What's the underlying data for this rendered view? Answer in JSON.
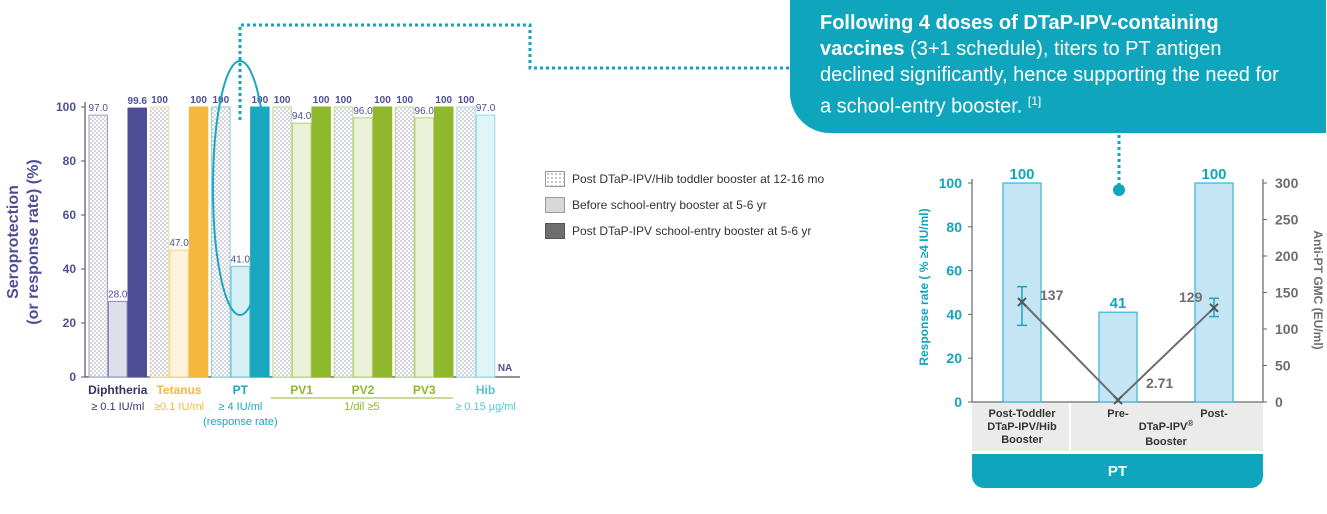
{
  "callout": {
    "bold_text": "Following 4 doses of DTaP-IPV-containing vaccines",
    "regular_text": " (3+1 schedule), titers to PT antigen declined significantly, hence supporting the need for a school-entry booster. ",
    "reference": "[1]"
  },
  "legend": [
    {
      "label": "Post DTaP-IPV/Hib toddler booster at 12-16 mo",
      "icon": "dotted-swatch"
    },
    {
      "label": "Before school-entry booster at 5-6 yr",
      "icon": "light-swatch"
    },
    {
      "label": "Post DTaP-IPV school-entry booster at 5-6 yr",
      "icon": "dark-swatch"
    }
  ],
  "colors": {
    "callout": "#0fa5bd",
    "Diphtheria": "#4e4e96",
    "Tetanus": "#f5b83d",
    "PT": "#1aa7c0",
    "PV": "#8fb82c",
    "Hib": "#58c4d4",
    "right_bar": "#c5e5f4",
    "right_bar_stroke": "#2fb8dc",
    "gmc_line": "#6d6d6d",
    "axis_teal": "#0fa5bd"
  },
  "chart_data": [
    {
      "type": "bar",
      "ylabel_line1": "Seroprotection",
      "ylabel_line2": "(or response rate) (%)",
      "ylim": [
        0,
        100
      ],
      "yticks": [
        0,
        20,
        40,
        60,
        80,
        100
      ],
      "grid": false,
      "legend_position": "right",
      "series": [
        {
          "name": "Post DTaP-IPV/Hib toddler booster at 12-16 mo"
        },
        {
          "name": "Before school-entry booster at 5-6 yr"
        },
        {
          "name": "Post DTaP-IPV school-entry booster at 5-6 yr"
        }
      ],
      "groups": [
        {
          "name": "Diphtheria",
          "threshold": "≥ 0.1 IU/ml",
          "color_key": "Diphtheria",
          "values": [
            97.0,
            28.0,
            99.6
          ],
          "labels": [
            "97.0",
            "28.0",
            "99.6"
          ]
        },
        {
          "name": "Tetanus",
          "threshold": "≥0.1 IU/ml",
          "color_key": "Tetanus",
          "values": [
            100,
            47.0,
            100
          ],
          "labels": [
            "100",
            "47.0",
            "100"
          ]
        },
        {
          "name": "PT",
          "threshold": "≥ 4 IU/ml",
          "note": "(response rate)",
          "color_key": "PT",
          "values": [
            100,
            41.0,
            100
          ],
          "labels": [
            "100",
            "41.0",
            "100"
          ]
        },
        {
          "name": "PV1",
          "threshold": "",
          "color_key": "PV",
          "values": [
            100,
            94.0,
            100
          ],
          "labels": [
            "100",
            "94.0",
            "100"
          ]
        },
        {
          "name": "PV2",
          "threshold": "",
          "color_key": "PV",
          "values": [
            100,
            96.0,
            100
          ],
          "labels": [
            "100",
            "96.0",
            "100"
          ]
        },
        {
          "name": "PV3",
          "threshold": "",
          "color_key": "PV",
          "values": [
            100,
            96.0,
            100
          ],
          "labels": [
            "100",
            "96.0",
            "100"
          ]
        },
        {
          "name": "Hib",
          "threshold": "≥ 0.15 µg/ml",
          "color_key": "Hib",
          "values": [
            100,
            97.0,
            null
          ],
          "labels": [
            "100",
            "97.0",
            "NA"
          ]
        }
      ],
      "pv_threshold": "1/dil ≥5"
    },
    {
      "type": "bar+line",
      "ylabel_left": "Response rate ( % ≥4 IU/ml)",
      "ylabel_right": "Anti-PT GMC (EU/ml)",
      "ylim_left": [
        0,
        100
      ],
      "yticks_left": [
        0,
        20,
        40,
        60,
        80,
        100
      ],
      "ylim_right": [
        0,
        300
      ],
      "yticks_right": [
        0,
        50,
        100,
        150,
        200,
        250,
        300
      ],
      "categories": [
        "Post-Toddler DTaP-IPV/Hib Booster",
        "Pre-",
        "Post-"
      ],
      "cat_label_1": [
        "Post-Toddler",
        "DTaP-IPV/Hib",
        "Booster"
      ],
      "cat_label_2": "Pre-",
      "cat_label_3": "Post-",
      "shared_label": [
        "DTaP-IPV",
        "®",
        "Booster"
      ],
      "footer": "PT",
      "response_rate": [
        100,
        41,
        100
      ],
      "response_labels": [
        "100",
        "41",
        "100"
      ],
      "gmc": [
        137,
        2.71,
        129
      ],
      "gmc_labels": [
        "137",
        "2.71",
        "129"
      ],
      "gmc_error": [
        [
          105,
          158
        ],
        null,
        [
          117,
          142
        ]
      ]
    }
  ]
}
